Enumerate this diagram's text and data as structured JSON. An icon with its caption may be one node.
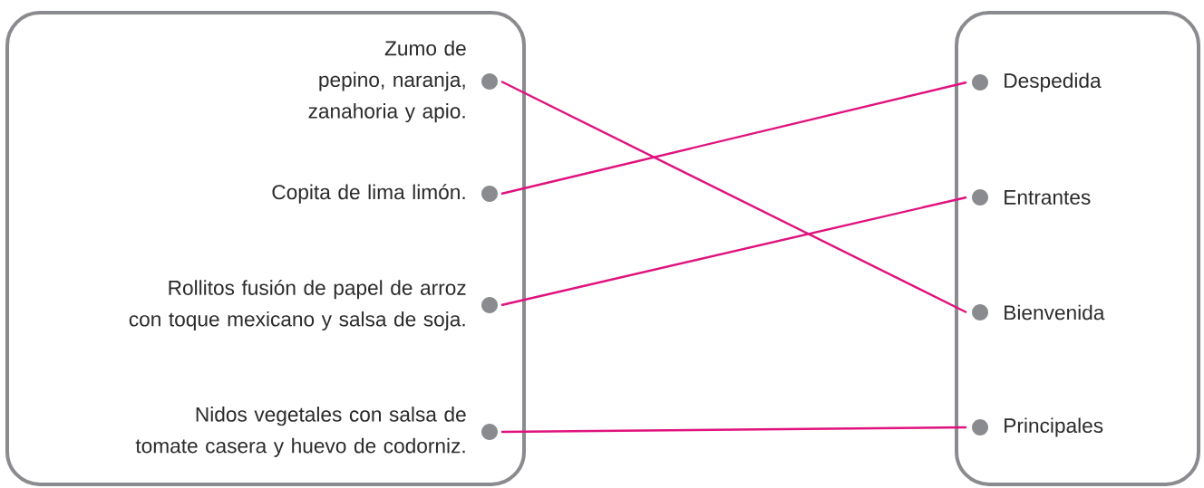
{
  "diagram": {
    "nodes": [
      {
        "text": [],
        "shape": "box"
      },
      {
        "text": [
          "Zumo de pepino, naranja, zanahoria y apio."
        ],
        "in": 0
      },
      {
        "text": [
          "Copita de lima limón."
        ],
        "in": 0
      },
      {
        "text": [
          "Rollitos fusión de papel de arroz con toque mexicano y salsa de soja."
        ],
        "in": 0
      },
      {
        "text": [
          "Nidos vegetales con salsa de tomate casera y huevo de codorniz."
        ],
        "in": 0
      },
      {
        "text": [],
        "shape": "box"
      },
      {
        "text": [
          "Despedida"
        ],
        "in": 5
      },
      {
        "text": [
          "Entrantes"
        ],
        "in": 5
      },
      {
        "text": [
          "Bienvenida"
        ],
        "in": 5
      },
      {
        "text": [
          "Principales"
        ],
        "in": 5
      }
    ],
    "edges": [
      {
        "from": 1,
        "to": 8,
        "arrow": "none"
      },
      {
        "from": 2,
        "to": 6,
        "arrow": "none"
      },
      {
        "from": 3,
        "to": 7,
        "arrow": "none"
      },
      {
        "from": 4,
        "to": 9,
        "arrow": "none"
      }
    ]
  }
}
